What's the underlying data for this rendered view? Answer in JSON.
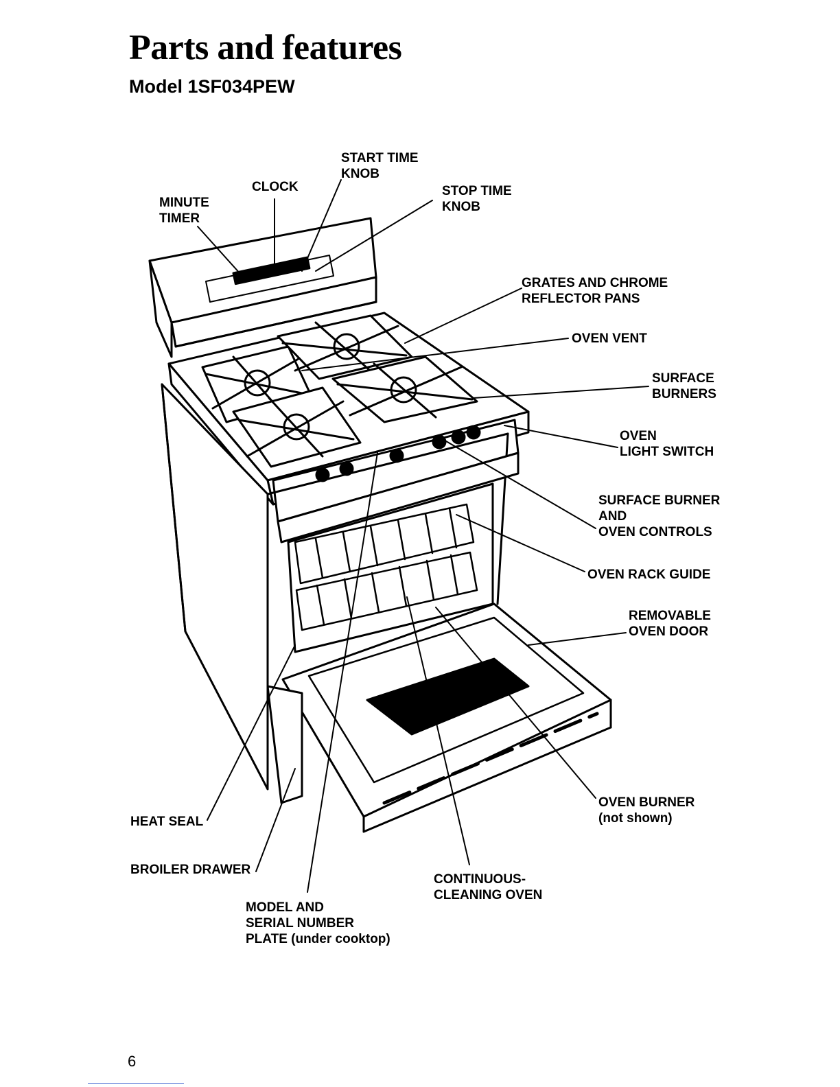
{
  "page": {
    "title": "Parts and features",
    "subtitle": "Model 1SF034PEW",
    "page_number": "6"
  },
  "callouts": {
    "start_time_knob": [
      "START TIME",
      "KNOB"
    ],
    "clock": [
      "CLOCK"
    ],
    "stop_time_knob": [
      "STOP TIME",
      "KNOB"
    ],
    "minute_timer": [
      "MINUTE",
      "TIMER"
    ],
    "grates_pans": [
      "GRATES AND CHROME",
      "REFLECTOR PANS"
    ],
    "oven_vent": [
      "OVEN VENT"
    ],
    "surface_burners": [
      "SURFACE",
      "BURNERS"
    ],
    "oven_light_switch": [
      "OVEN",
      "LIGHT SWITCH"
    ],
    "controls": [
      "SURFACE BURNER",
      "AND",
      "OVEN CONTROLS"
    ],
    "rack_guide": [
      "OVEN RACK GUIDE"
    ],
    "oven_door": [
      "REMOVABLE",
      "OVEN DOOR"
    ],
    "oven_burner": [
      "OVEN BURNER",
      "(not shown)"
    ],
    "heat_seal": [
      "HEAT SEAL"
    ],
    "broiler_drawer": [
      "BROILER DRAWER"
    ],
    "continuous_cleaning": [
      "CONTINUOUS-",
      "CLEANING OVEN"
    ],
    "model_plate": [
      "MODEL AND",
      "SERIAL NUMBER",
      "PLATE (under cooktop)"
    ]
  },
  "diagram": {
    "icon": "gas-range-illustration",
    "line_color": "#000000",
    "fill_color": "#ffffff"
  }
}
